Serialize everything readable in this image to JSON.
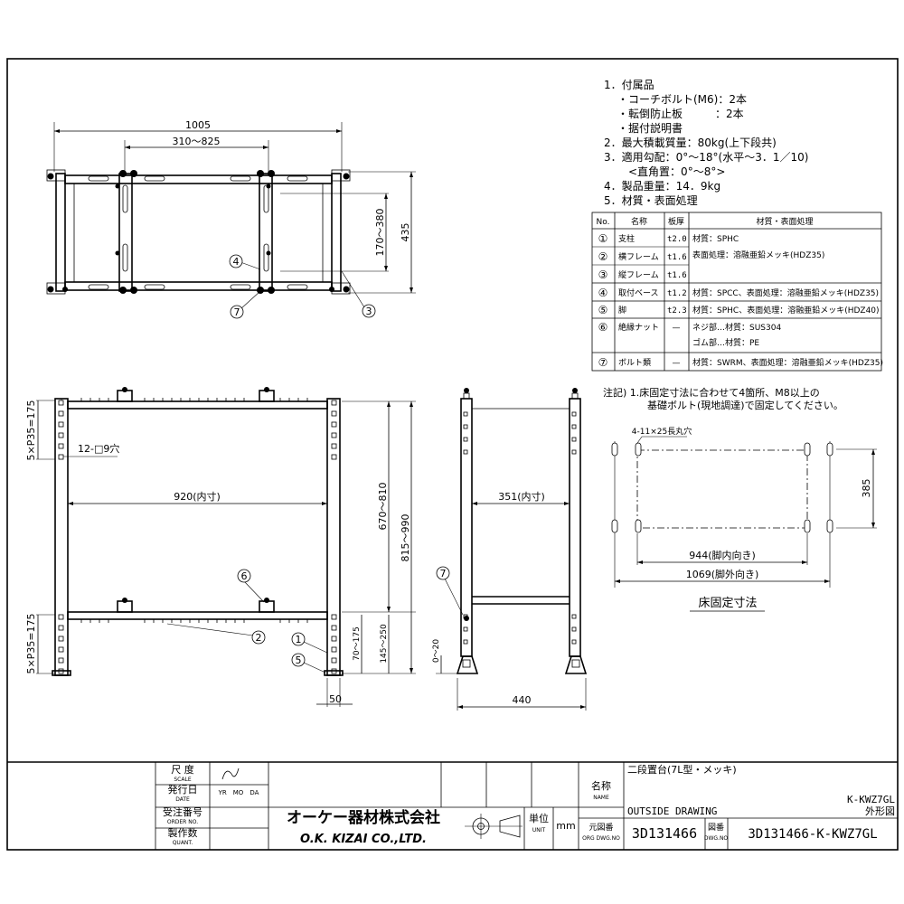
{
  "notes": {
    "n1": "1．付属品",
    "n1a": "・コーチボルト(M6)：2本",
    "n1b": "・転倒防止板　　　：2本",
    "n1c": "・据付説明書",
    "n2": "2．最大積載質量：80kg(上下段共)",
    "n3": "3．適用勾配：0°～18°(水平～3．1／10)",
    "n3b": "<直角置：0°～8°>",
    "n4": "4．製品重量：14．9kg",
    "n5": "5．材質・表面処理"
  },
  "parts_table": {
    "headers": [
      "No.",
      "名称",
      "板厚",
      "材質・表面処理"
    ],
    "rows": [
      {
        "no": "①",
        "name": "支柱",
        "thick": "t2.0",
        "mat": "材質：SPHC"
      },
      {
        "no": "②",
        "name": "横フレーム",
        "thick": "t1.6",
        "mat": "表面処理：溶融亜鉛メッキ(HDZ35)"
      },
      {
        "no": "③",
        "name": "縦フレーム",
        "thick": "t1.6",
        "mat": ""
      },
      {
        "no": "④",
        "name": "取付ベース",
        "thick": "t1.2",
        "mat": "材質：SPCC、表面処理：溶融亜鉛メッキ(HDZ35)"
      },
      {
        "no": "⑤",
        "name": "脚",
        "thick": "t2.3",
        "mat": "材質：SPHC、表面処理：溶融亜鉛メッキ(HDZ40)"
      },
      {
        "no": "⑥",
        "name": "絶縁ナット",
        "thick": "—",
        "mat": "ネジ部…材質：SUS304",
        "mat2": "ゴム部…材質：PE"
      },
      {
        "no": "⑦",
        "name": "ボルト類",
        "thick": "—",
        "mat": "材質：SWRM、表面処理：溶融亜鉛メッキ(HDZ35)"
      }
    ]
  },
  "note2": {
    "line1": "注記) 1.床固定寸法に合わせて4箇所、M8以上の",
    "line2": "基礎ボルト(現地調達)で固定してください。"
  },
  "dimensions": {
    "top_width": "1005",
    "top_span": "310～825",
    "top_depth_range": "170～380",
    "top_depth": "435",
    "front_inner": "920(内寸)",
    "front_height_range": "670～810",
    "front_height": "815～990",
    "front_lower_range": "70～175",
    "front_lower2": "145～250",
    "front_foot": "50",
    "pitch_upper": "5×P35=175",
    "pitch_lower": "5×P35=175",
    "holes": "12-□9穴",
    "side_inner": "351(内寸)",
    "side_width": "440",
    "side_adj": "0～20",
    "floor_slot": "4-11×25長丸穴",
    "floor_depth": "385",
    "floor_inner": "944(脚内向き)",
    "floor_outer": "1069(脚外向き)",
    "floor_title": "床固定寸法"
  },
  "callouts": [
    "1",
    "2",
    "3",
    "4",
    "5",
    "6",
    "7"
  ],
  "title_block": {
    "scale_label": "尺 度",
    "scale_en": "SCALE",
    "issue_label": "発行日",
    "issue_en": "DATE",
    "issue_value": "YR　MO　DA",
    "order_label": "受注番号",
    "order_en": "ORDER NO.",
    "quant_label": "製作数",
    "quant_en": "QUANT.",
    "company_jp": "オーケー器材株式会社",
    "company_en": "O.K. KIZAI CO.,LTD.",
    "unit_label": "単位",
    "unit_en": "UNIT",
    "unit_value": "mm",
    "name_label": "名称",
    "name_en": "NAME",
    "name_jp": "二段置台(7L型・メッキ)",
    "name_outside": "OUTSIDE DRAWING",
    "model": "K-KWZ7GL",
    "model_sub": "外形図",
    "orig_label": "元図番",
    "orig_en": "ORG DWG.NO",
    "orig_value": "3D131466",
    "dwg_label": "図番",
    "dwg_en": "DWG.NO",
    "dwg_value": "3D131466-K-KWZ7GL"
  }
}
